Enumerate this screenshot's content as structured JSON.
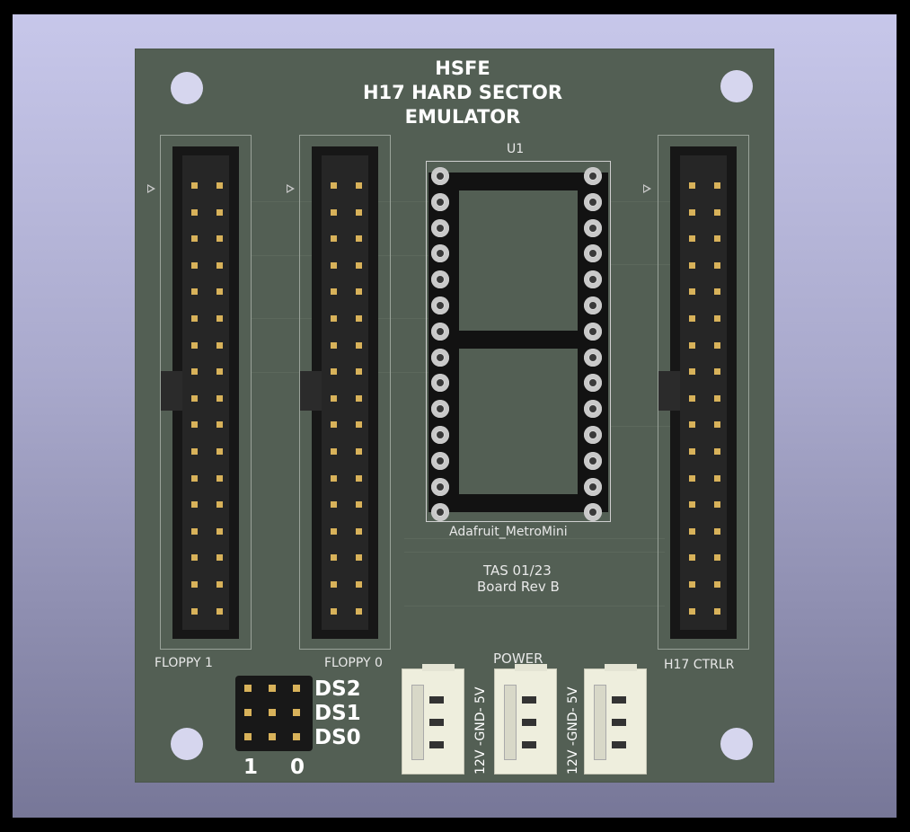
{
  "board_title": {
    "line1": "HSFE",
    "line2": "H17 HARD SECTOR",
    "line3": "EMULATOR"
  },
  "components": {
    "u1_ref": "U1",
    "u1_value": "Adafruit_MetroMini",
    "floppy1_label": "FLOPPY 1",
    "floppy0_label": "FLOPPY 0",
    "ctrlr_label": "H17 CTRLR",
    "power_label": "POWER"
  },
  "revision": {
    "line1": "TAS 01/23",
    "line2": "Board Rev B"
  },
  "drive_select": {
    "rows": [
      "DS2",
      "DS1",
      "DS0"
    ],
    "cols": [
      "1",
      "0"
    ]
  },
  "power_pins": {
    "label_a": "12V -GND- 5V",
    "label_b": "12V -GND- 5V"
  },
  "colors": {
    "pcb": "#535f54",
    "silkscreen": "#ffffff",
    "pad_gold": "#d8b25a",
    "background_top": "#c7c7ea",
    "background_bottom": "#777798"
  }
}
